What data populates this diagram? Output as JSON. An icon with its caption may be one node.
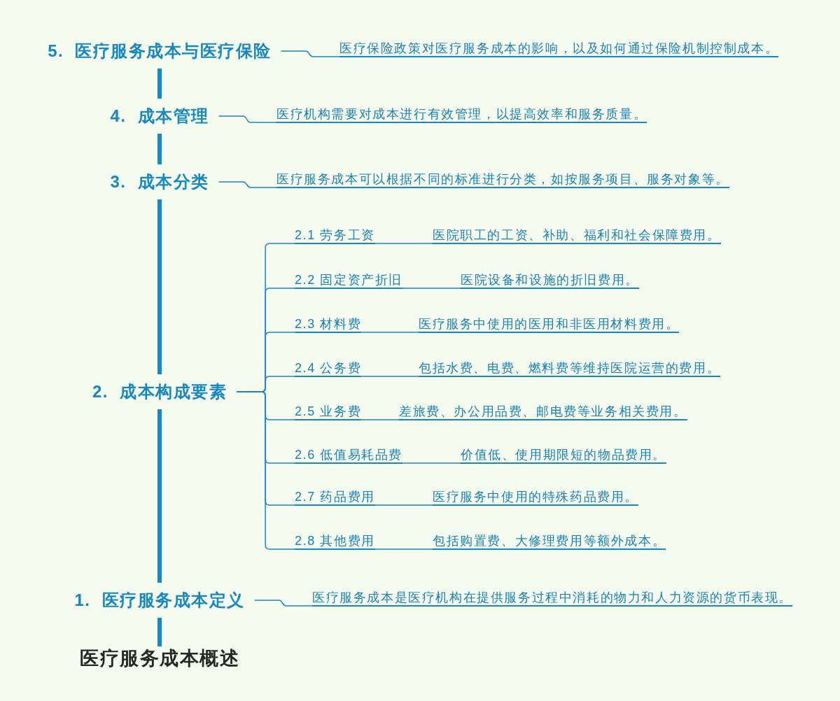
{
  "diagram": {
    "nodes": [
      {
        "text": [
          "5. 医疗服务成本与医疗保险"
        ]
      },
      {
        "text": [
          "医疗保险政策对医疗服务成本的影响，以及如何通过保险机制控制成本。"
        ]
      },
      {
        "text": [
          "4. 成本管理"
        ]
      },
      {
        "text": [
          "医疗机构需要对成本进行有效管理，以提高效率和服务质量。"
        ]
      },
      {
        "text": [
          "3. 成本分类"
        ]
      },
      {
        "text": [
          "医疗服务成本可以根据不同的标准进行分类，如按服务项目、服务对象等。"
        ]
      },
      {
        "text": [
          "2. 成本构成要素"
        ]
      },
      {
        "text": [
          "2.1 劳务工资"
        ]
      },
      {
        "text": [
          "医院职工的工资、补助、福利和社会保障费用。"
        ]
      },
      {
        "text": [
          "2.2 固定资产折旧"
        ]
      },
      {
        "text": [
          "医院设备和设施的折旧费用。"
        ]
      },
      {
        "text": [
          "2.3 材料费"
        ]
      },
      {
        "text": [
          "医疗服务中使用的医用和非医用材料费用。"
        ]
      },
      {
        "text": [
          "2.4 公务费"
        ]
      },
      {
        "text": [
          "包括水费、电费、燃料费等维持医院运营的费用。"
        ]
      },
      {
        "text": [
          "2.5 业务费"
        ]
      },
      {
        "text": [
          "差旅费、办公用品费、邮电费等业务相关费用。"
        ]
      },
      {
        "text": [
          "2.6 低值易耗品费"
        ]
      },
      {
        "text": [
          "价值低、使用期限短的物品费用。"
        ]
      },
      {
        "text": [
          "2.7 药品费用"
        ]
      },
      {
        "text": [
          "医疗服务中使用的特殊药品费用。"
        ]
      },
      {
        "text": [
          "2.8 其他费用"
        ]
      },
      {
        "text": [
          "包括购置费、大修理费用等额外成本。"
        ]
      },
      {
        "text": [
          "1. 医疗服务成本定义"
        ]
      },
      {
        "text": [
          "医疗服务成本是医疗机构在提供服务过程中消耗的物力和人力资源的货币表现。"
        ]
      },
      {
        "text": [
          "医疗服务成本概述"
        ]
      }
    ],
    "edges": [
      {
        "from": 25,
        "to": 23,
        "arrow": "none",
        "style": "thick"
      },
      {
        "from": 23,
        "to": 6,
        "arrow": "none",
        "style": "thick"
      },
      {
        "from": 6,
        "to": 4,
        "arrow": "none",
        "style": "thick"
      },
      {
        "from": 4,
        "to": 2,
        "arrow": "none",
        "style": "thick"
      },
      {
        "from": 2,
        "to": 0,
        "arrow": "none",
        "style": "thick"
      },
      {
        "from": 0,
        "to": 1,
        "arrow": "none"
      },
      {
        "from": 2,
        "to": 3,
        "arrow": "none"
      },
      {
        "from": 4,
        "to": 5,
        "arrow": "none"
      },
      {
        "from": 6,
        "to": 7,
        "arrow": "none"
      },
      {
        "from": 7,
        "to": 8,
        "arrow": "none"
      },
      {
        "from": 6,
        "to": 9,
        "arrow": "none"
      },
      {
        "from": 9,
        "to": 10,
        "arrow": "none"
      },
      {
        "from": 6,
        "to": 11,
        "arrow": "none"
      },
      {
        "from": 11,
        "to": 12,
        "arrow": "none"
      },
      {
        "from": 6,
        "to": 13,
        "arrow": "none"
      },
      {
        "from": 13,
        "to": 14,
        "arrow": "none"
      },
      {
        "from": 6,
        "to": 15,
        "arrow": "none"
      },
      {
        "from": 15,
        "to": 16,
        "arrow": "none"
      },
      {
        "from": 6,
        "to": 17,
        "arrow": "none"
      },
      {
        "from": 17,
        "to": 18,
        "arrow": "none"
      },
      {
        "from": 6,
        "to": 19,
        "arrow": "none"
      },
      {
        "from": 19,
        "to": 20,
        "arrow": "none"
      },
      {
        "from": 6,
        "to": 21,
        "arrow": "none"
      },
      {
        "from": 21,
        "to": 22,
        "arrow": "none"
      },
      {
        "from": 23,
        "to": 24,
        "arrow": "none"
      }
    ]
  }
}
